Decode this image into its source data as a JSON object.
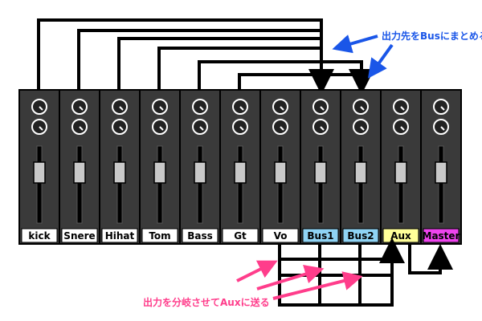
{
  "channels": [
    {
      "label": "kick",
      "label_bg": "#ffffff"
    },
    {
      "label": "Snere",
      "label_bg": "#ffffff"
    },
    {
      "label": "Hihat",
      "label_bg": "#ffffff"
    },
    {
      "label": "Tom",
      "label_bg": "#ffffff"
    },
    {
      "label": "Bass",
      "label_bg": "#ffffff"
    },
    {
      "label": "Gt",
      "label_bg": "#ffffff"
    },
    {
      "label": "Vo",
      "label_bg": "#ffffff"
    },
    {
      "label": "Bus1",
      "label_bg": "#8fd3f4"
    },
    {
      "label": "Bus2",
      "label_bg": "#8fd3f4"
    },
    {
      "label": "Aux",
      "label_bg": "#ffff99"
    },
    {
      "label": "Master",
      "label_bg": "#ee44ee"
    }
  ],
  "annotations": {
    "top": "出力先をBusにまとめる",
    "bottom": "出力を分岐させてAuxに送る"
  },
  "colors": {
    "mixer_body": "#3a3a3a",
    "knob": "#222222",
    "wire": "#000000",
    "blue_arrow": "#1a56e8",
    "pink_arrow": "#ff3d8b"
  }
}
